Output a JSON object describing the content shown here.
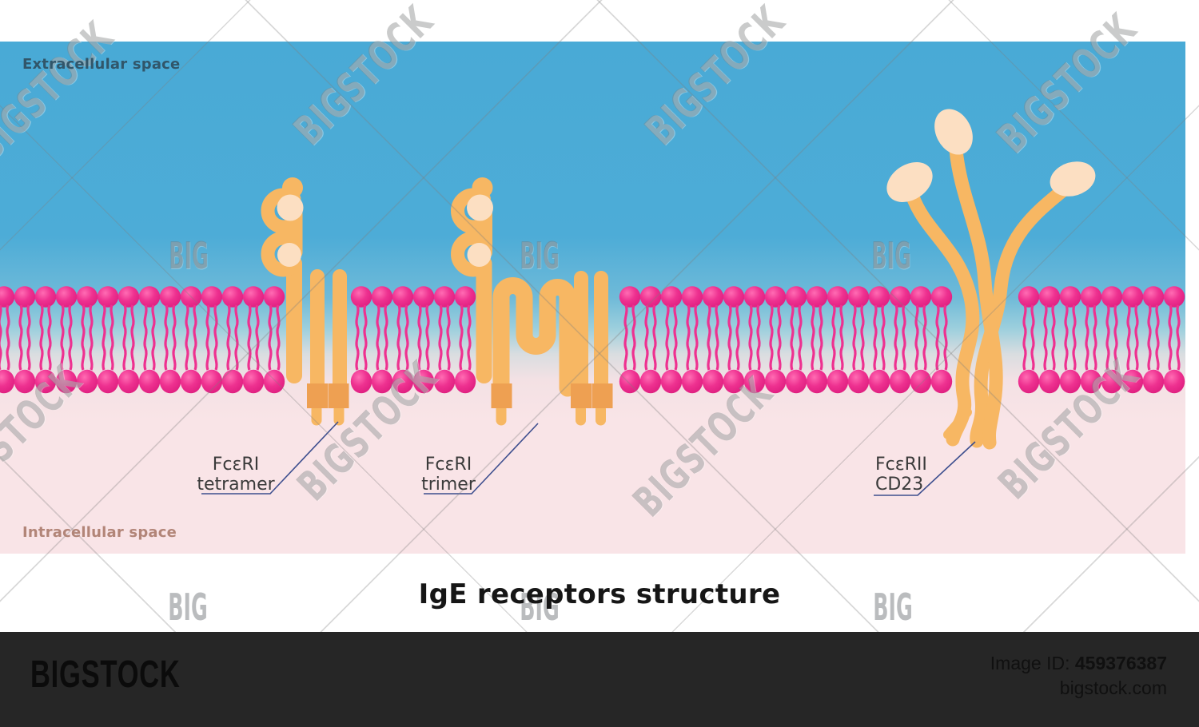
{
  "regions": {
    "extracellular_label": "Extracellular space",
    "intracellular_label": "Intracellular space"
  },
  "title": "IgE receptors structure",
  "receptor_labels": {
    "tetramer": {
      "line1": "FcεRI",
      "line2": "tetramer"
    },
    "trimer": {
      "line1": "FcεRI",
      "line2": "trimer"
    },
    "cd23": {
      "line1": "FcεRII",
      "line2": "CD23"
    }
  },
  "watermarks": {
    "bigstock_text": "BIGSTOCK",
    "big_text": "BIG"
  },
  "footer": {
    "logo": "BIGSTOCK",
    "image_id_label": "Image ID:",
    "image_id": "459376387",
    "site": "bigstock.com"
  },
  "colors": {
    "extracellular_blue": "#49aad6",
    "intracellular_pink": "#f9e4e7",
    "membrane_pink": "#ee3190",
    "membrane_pink_dark": "#d9187a",
    "membrane_pink_light": "#ff6cb3",
    "receptor_orange": "#f7b763",
    "square_orange": "#eea052",
    "domain_cream": "#fcdfc2",
    "pointer_line_navy": "#3d4e8e",
    "footer_bg": "#262626"
  }
}
